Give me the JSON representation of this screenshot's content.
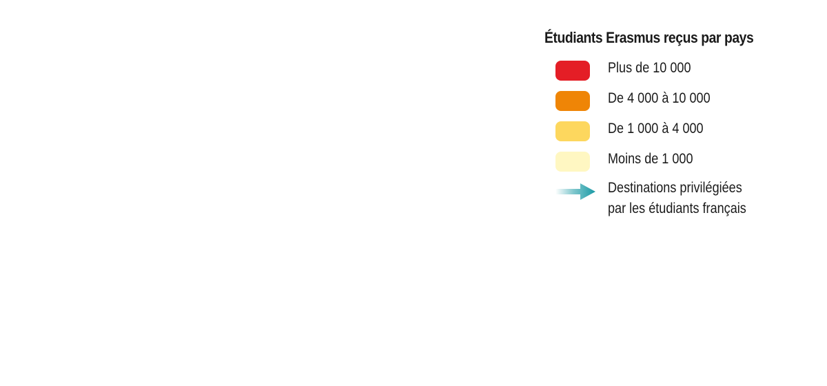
{
  "legend": {
    "title": "Étudiants Erasmus reçus par pays",
    "items": [
      {
        "label": "Plus de 10 000",
        "color": "#e41e26"
      },
      {
        "label": "De 4 000 à 10 000",
        "color": "#ef8506"
      },
      {
        "label": "De 1 000 à 4 000",
        "color": "#fdd75e"
      },
      {
        "label": "Moins de 1 000",
        "color": "#fff7c2"
      }
    ],
    "arrow": {
      "icon": "teal-arrow-icon",
      "color": "#1a9aa5",
      "label_line1": "Destinations privilégiées",
      "label_line2": "par les étudiants français"
    }
  }
}
